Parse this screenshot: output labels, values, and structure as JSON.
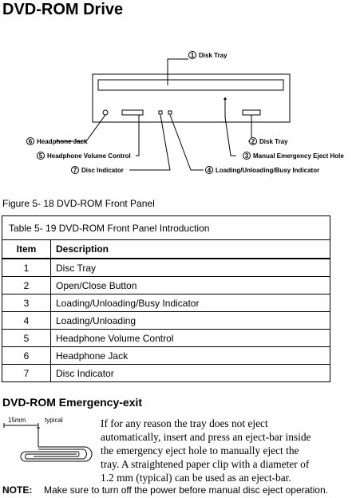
{
  "page_title": "DVD-ROM Drive",
  "diagram": {
    "callouts": {
      "c1": {
        "num": "1",
        "text": "Disk Tray"
      },
      "c2": {
        "num": "2",
        "text": "Disk Tray"
      },
      "c3": {
        "num": "3",
        "text": "Manual Emergency Eject Hole"
      },
      "c4": {
        "num": "4",
        "text": "Loading/Unloading/Busy Indicator"
      },
      "c5": {
        "num": "5",
        "text": "Headphone Volume Control"
      },
      "c6": {
        "num": "6",
        "text": "Headphone Jack"
      },
      "c7": {
        "num": "7",
        "text": "Disc Indicator"
      }
    }
  },
  "figure_caption": "Figure 5- 18    DVD-ROM Front Panel",
  "table": {
    "caption": "Table 5- 19     DVD-ROM Front Panel Introduction",
    "headers": {
      "item": "Item",
      "description": "Description"
    },
    "rows": [
      {
        "item": "1",
        "description": "Disc Tray"
      },
      {
        "item": "2",
        "description": "Open/Close Button"
      },
      {
        "item": "3",
        "description": "Loading/Unloading/Busy Indicator"
      },
      {
        "item": "4",
        "description": "Loading/Unloading"
      },
      {
        "item": "5",
        "description": "Headphone Volume Control"
      },
      {
        "item": "6",
        "description": "Headphone Jack"
      },
      {
        "item": "7",
        "description": "Disc Indicator"
      }
    ]
  },
  "section_title": "DVD-ROM Emergency-exit",
  "clip_labels": {
    "length": "15mm",
    "note": "typical"
  },
  "paragraph_lines": [
    "If for any reason the tray does not eject",
    "automatically, insert and press an eject-bar inside",
    "the emergency eject hole to manually eject the",
    "tray.  A straightened paper clip with a diameter of",
    "1.2 mm (typical) can be used as an eject-bar."
  ],
  "note": {
    "label": "NOTE:",
    "text": "Make sure to turn off the power before manual disc eject operation."
  }
}
